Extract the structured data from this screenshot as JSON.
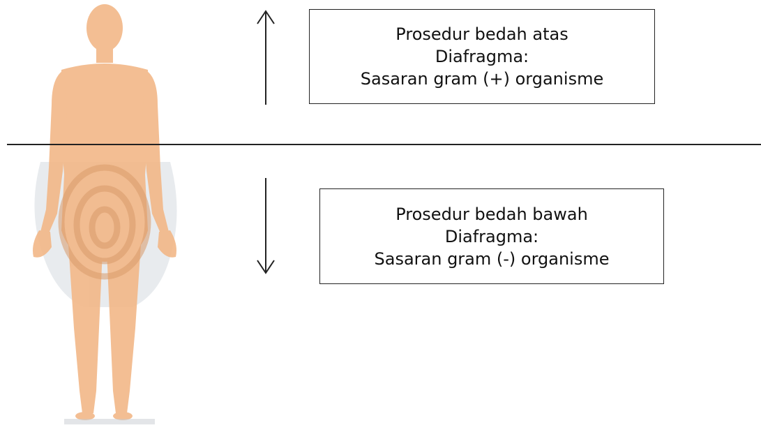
{
  "colors": {
    "figure_fill": "#f2b98a",
    "figure_shadow": "#ccd2da",
    "spiral": "#d99a6a",
    "line": "#222222"
  },
  "icons": {
    "upper_arrow": "arrow-up-icon",
    "lower_arrow": "arrow-down-icon",
    "body": "human-body-silhouette"
  },
  "upper_box": {
    "line1": "Prosedur bedah atas",
    "line2": "Diafragma:",
    "line3": "Sasaran gram (+) organisme"
  },
  "lower_box": {
    "line1": "Prosedur bedah bawah",
    "line2": "Diafragma:",
    "line3": "Sasaran gram (-) organisme"
  }
}
